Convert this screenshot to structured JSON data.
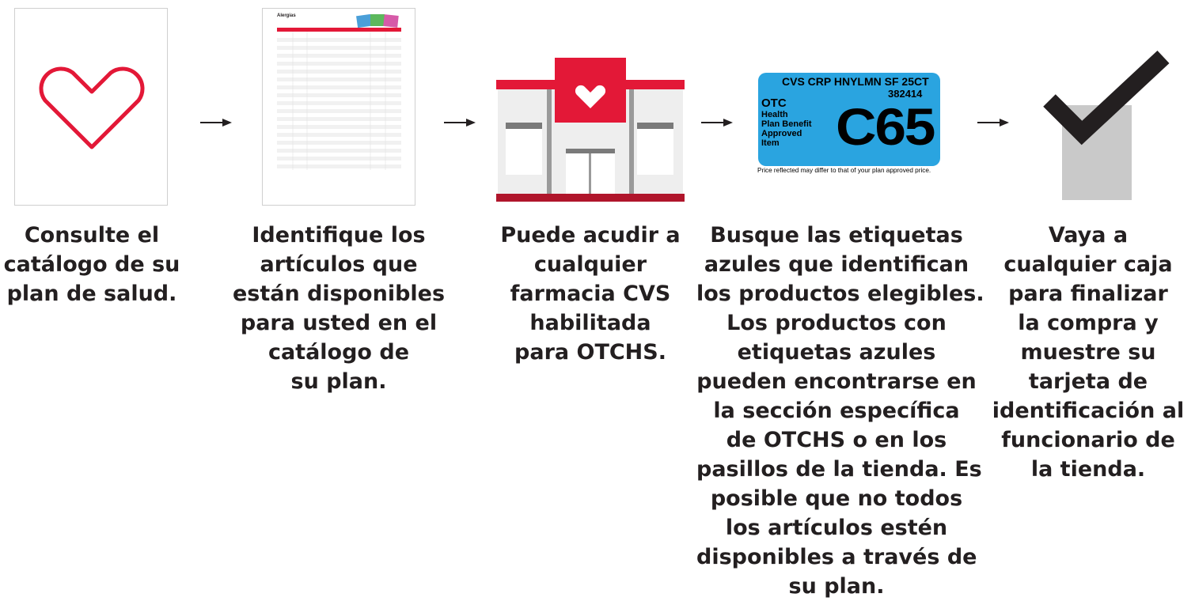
{
  "steps": [
    {
      "id": "catalog",
      "icon": "heart-icon",
      "caption_lines": [
        "Consulte el",
        "catálogo de su",
        "plan de salud."
      ]
    },
    {
      "id": "catalog-page",
      "icon": "catalog-document-icon",
      "document": {
        "title": "Alergias"
      },
      "caption_lines": [
        "Identifique los",
        "artículos que",
        "están disponibles",
        "para usted en el",
        "catálogo de",
        "su plan."
      ]
    },
    {
      "id": "pharmacy",
      "icon": "pharmacy-store-icon",
      "caption_lines": [
        "Puede acudir a",
        "cualquier",
        "farmacia CVS",
        "habilitada",
        "para OTCHS."
      ]
    },
    {
      "id": "blue-tag",
      "icon": "blue-shelf-tag-icon",
      "tag": {
        "line1": "CVS CRP HNYLMN SF 25CT",
        "line2": "382414",
        "otc": "OTC",
        "benefit_lines": [
          "Health",
          "Plan Benefit",
          "Approved",
          "Item"
        ],
        "code": "C65",
        "footer": "Price reflected may differ to that of your plan approved price."
      },
      "caption_lines": [
        "Busque las etiquetas",
        "azules que identifican",
        "los productos elegibles.",
        "Los productos con",
        "etiquetas azules",
        "pueden encontrarse en",
        "la sección específica",
        "de OTCHS o en los",
        "pasillos de la tienda. Es",
        "posible que no todos",
        "los artículos estén",
        "disponibles a través de",
        "su plan."
      ]
    },
    {
      "id": "checkout",
      "icon": "checkmark-box-icon",
      "caption_lines": [
        "Vaya a",
        "cualquier caja",
        "para finalizar",
        "la compra y",
        "muestre su",
        "tarjeta de",
        "identificación al",
        "funcionario de",
        "la tienda."
      ]
    }
  ],
  "colors": {
    "brand_red": "#e31837",
    "dark_red": "#b0152b",
    "tag_blue": "#2aa4e0",
    "text": "#231f20",
    "gray": "#c9c9c9",
    "dark_gray": "#7a7a7a"
  }
}
